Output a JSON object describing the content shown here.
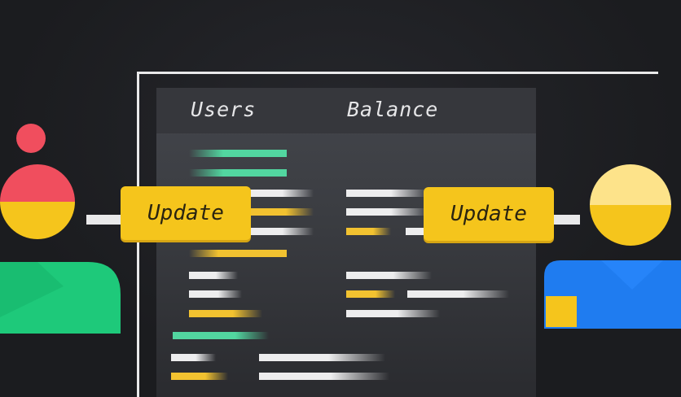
{
  "table": {
    "columns": [
      "Users",
      "Balance"
    ]
  },
  "left_action": {
    "label": "Update"
  },
  "right_action": {
    "label": "Update"
  },
  "colors": {
    "accent_yellow": "#f5c51c",
    "accent_green": "#52d6a0",
    "person_left_head": "#f04e5e",
    "person_left_body": "#1ec97a",
    "person_right_head": "#fde38a",
    "person_right_body": "#1f7cf0"
  }
}
